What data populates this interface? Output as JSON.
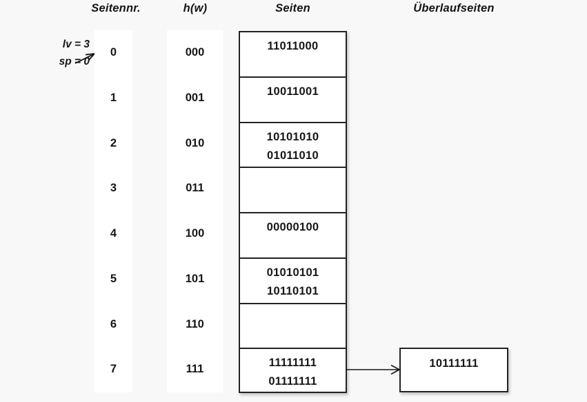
{
  "headers": {
    "seitennr": "Seitennr.",
    "hw": "h(w)",
    "seiten": "Seiten",
    "ueberlaufseiten": "Überlaufseiten"
  },
  "annotation": {
    "lv": "lv = 3",
    "sp": "sp = 0",
    "arrow_icon": "arrow-up-right-icon"
  },
  "colors": {
    "background": "#f8f8f8",
    "column_background": "#ffffff",
    "border": "#222222",
    "text": "#161616"
  },
  "rows": [
    {
      "index": "0",
      "hash": "000",
      "entries": [
        "11011000"
      ]
    },
    {
      "index": "1",
      "hash": "001",
      "entries": [
        "10011001"
      ]
    },
    {
      "index": "2",
      "hash": "010",
      "entries": [
        "10101010",
        "01011010"
      ]
    },
    {
      "index": "3",
      "hash": "011",
      "entries": []
    },
    {
      "index": "4",
      "hash": "100",
      "entries": [
        "00000100"
      ]
    },
    {
      "index": "5",
      "hash": "101",
      "entries": [
        "01010101",
        "10110101"
      ]
    },
    {
      "index": "6",
      "hash": "110",
      "entries": []
    },
    {
      "index": "7",
      "hash": "111",
      "entries": [
        "11111111",
        "01111111"
      ]
    }
  ],
  "overflow": {
    "entries": [
      "10111111"
    ],
    "arrow_icon": "arrow-right-icon",
    "source_row_index": "7"
  }
}
